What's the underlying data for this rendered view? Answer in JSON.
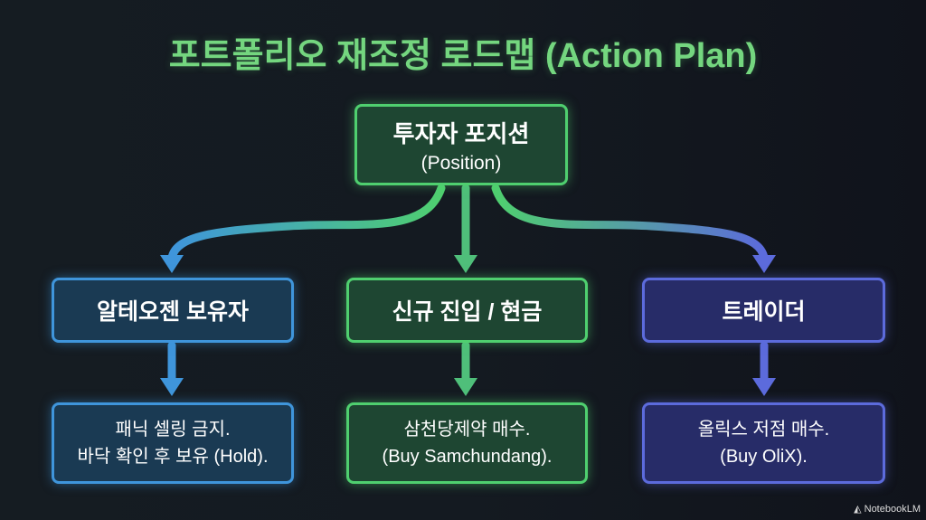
{
  "title": "포트폴리오 재조정 로드맵 (Action Plan)",
  "root": {
    "label": "투자자 포지션",
    "sub": "(Position)"
  },
  "branches": [
    {
      "label": "알테오젠 보유자",
      "action_line1": "패닉 셀링 금지.",
      "action_line2": "바닥 확인 후 보유 (Hold).",
      "color": "#3f95db"
    },
    {
      "label": "신규 진입 / 현금",
      "action_line1": "삼천당제약 매수.",
      "action_line2": "(Buy Samchundang).",
      "color": "#4fcf6f"
    },
    {
      "label": "트레이더",
      "action_line1": "올릭스 저점 매수.",
      "action_line2": "(Buy OliX).",
      "color": "#5c6bdc"
    }
  ],
  "brand": "NotebookLM"
}
